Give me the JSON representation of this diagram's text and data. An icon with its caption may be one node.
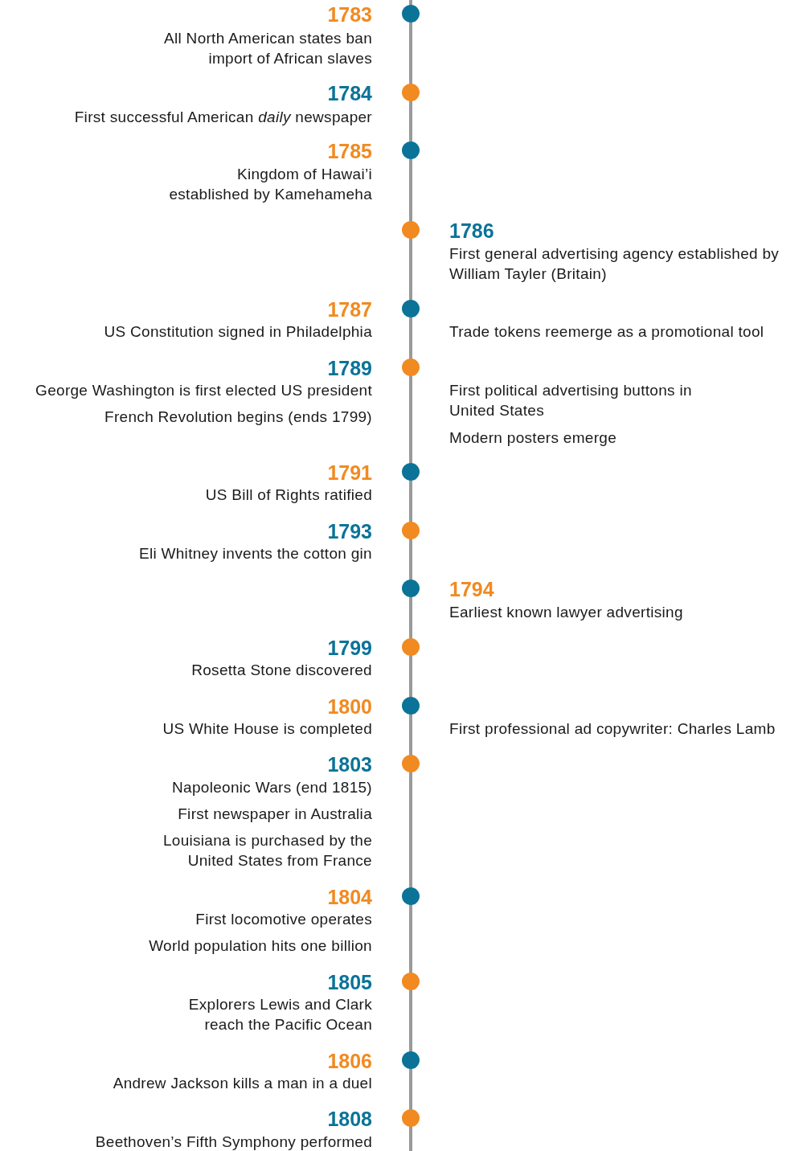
{
  "diagram": {
    "labels": [
      "1783",
      "All North American states ban import of African slaves",
      "1784",
      "First successful American *daily* newspaper",
      "1785",
      "Kingdom of Hawai’i established by Kamehameha",
      "1786",
      "First general advertising agency established by William Tayler (Britain)",
      "1787",
      "US Constitution signed in Philadelphia",
      "Trade tokens reemerge as a promotional tool",
      "1789",
      "George Washington is first elected US president",
      "First political advertising buttons in United States",
      "French Revolution begins (ends 1799)",
      "Modern posters emerge",
      "1791",
      "US Bill of Rights ratified",
      "1793",
      "Eli Whitney invents the cotton gin",
      "1794",
      "Earliest known lawyer advertising",
      "1799",
      "Rosetta Stone discovered",
      "1800",
      "US White House is completed",
      "First professional ad copywriter: Charles Lamb",
      "1803",
      "Napoleonic Wars (end 1815)",
      "First newspaper in Australia",
      "Louisiana is purchased by the United States from France",
      "1804",
      "First locomotive operates",
      "World population hits one billion",
      "1805",
      "Explorers Lewis and Clark reach the Pacific Ocean",
      "1806",
      "Andrew Jackson kills a man in a duel",
      "1808",
      "Beethoven’s Fifth Symphony performed"
    ]
  }
}
